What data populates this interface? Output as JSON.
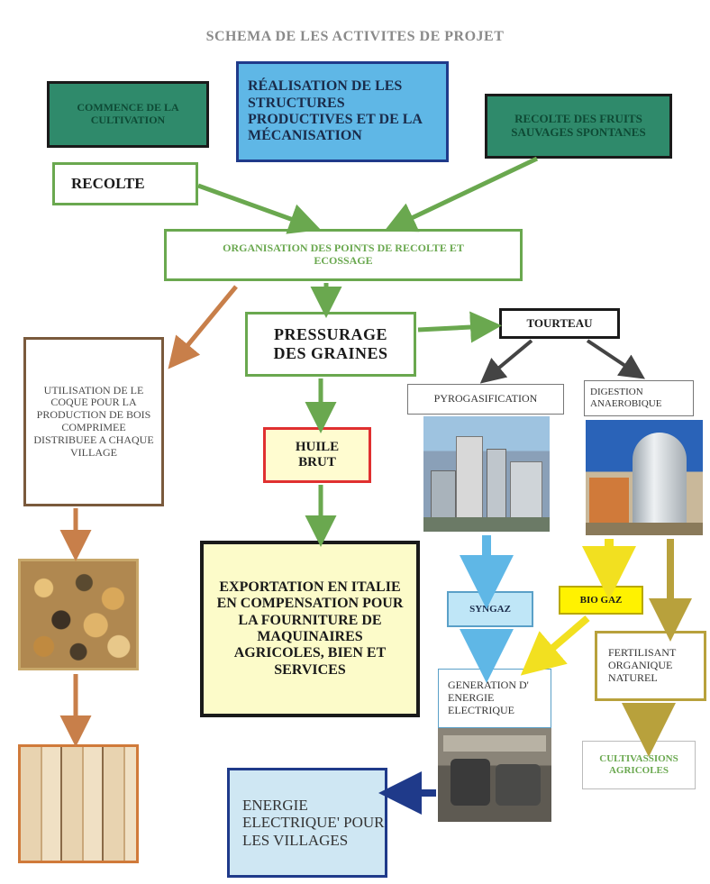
{
  "diagram": {
    "title": "SCHEMA DE LES ACTIVITES DE PROJET",
    "nodes": {
      "commence": "COMMENCE DE LA CULTIVATION",
      "realisation": "RÉALISATION DE LES STRUCTURES PRODUCTIVES ET DE LA MÉCANISATION",
      "recolte_fruits": "RECOLTE DES FRUITS SAUVAGES SPONTANES",
      "recolte": "RECOLTE",
      "organisation": "ORGANISATION DES POINTS DE RECOLTE ET ECOSSAGE",
      "utilisation": "UTILISATION DE LE COQUE POUR LA PRODUCTION DE BOIS COMPRIMEE DISTRIBUEE A CHAQUE VILLAGE",
      "pressurage": "PRESSURAGE DES GRAINES",
      "tourteau": "TOURTEAU",
      "pyrogasification": "PYROGASIFICATION",
      "digestion": "DIGESTION ANAEROBIQUE",
      "huile": "HUILE BRUT",
      "exportation": "EXPORTATION EN ITALIE EN COMPENSATION POUR LA FOURNITURE DE MAQUINAIRES AGRICOLES, BIEN ET SERVICES",
      "syngaz": "SYNGAZ",
      "biogaz": "BIO GAZ",
      "generation": "GENERATION D' ENERGIE ELECTRIQUE",
      "fertilisant": "FERTILISANT ORGANIQUE NATUREL",
      "cultivassions": "CULTIVASSIONS AGRICOLES",
      "energie": "ENERGIE ELECTRIQUE' POUR LES VILLAGES"
    },
    "photos": [
      "seeds-photo",
      "briquettes-photo",
      "gasification-plant-photo",
      "biogas-silo-photo",
      "generator-room-photo"
    ],
    "colors": {
      "green": "#6aa84f",
      "teal": "#2f8a6b",
      "brown": "#c87f4a",
      "light_blue": "#5fb7e6",
      "yellow": "#fff200",
      "olive": "#b8a13c",
      "navy": "#1f3a8a"
    }
  }
}
